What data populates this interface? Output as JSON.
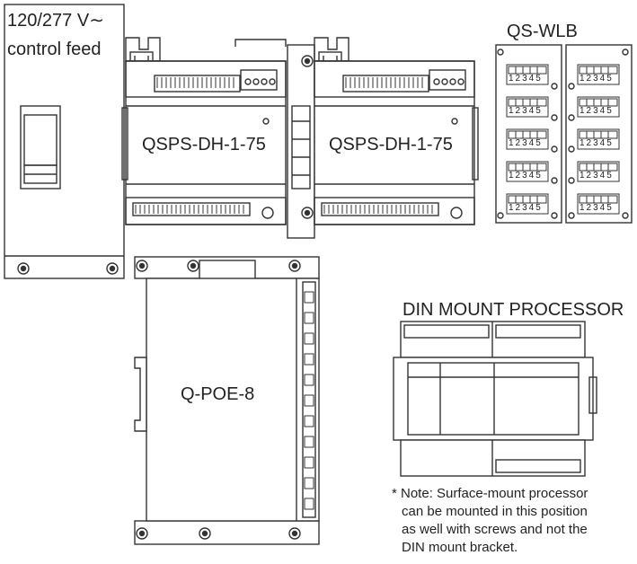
{
  "labels": {
    "control_feed_line1": "120/277 V∼",
    "control_feed_line2": "control feed",
    "qsps_left": "QSPS-DH-1-75",
    "qsps_right": "QSPS-DH-1-75",
    "qs_wlb": "QS-WLB",
    "qpoe": "Q-POE-8",
    "din_processor": "DIN MOUNT PROCESSOR",
    "terminal_numbers": "12345"
  },
  "note": {
    "line1": "* Note: Surface-mount processor",
    "line2": "can be mounted in this position",
    "line3": "as well with screws and not the",
    "line4": "DIN mount bracket."
  }
}
